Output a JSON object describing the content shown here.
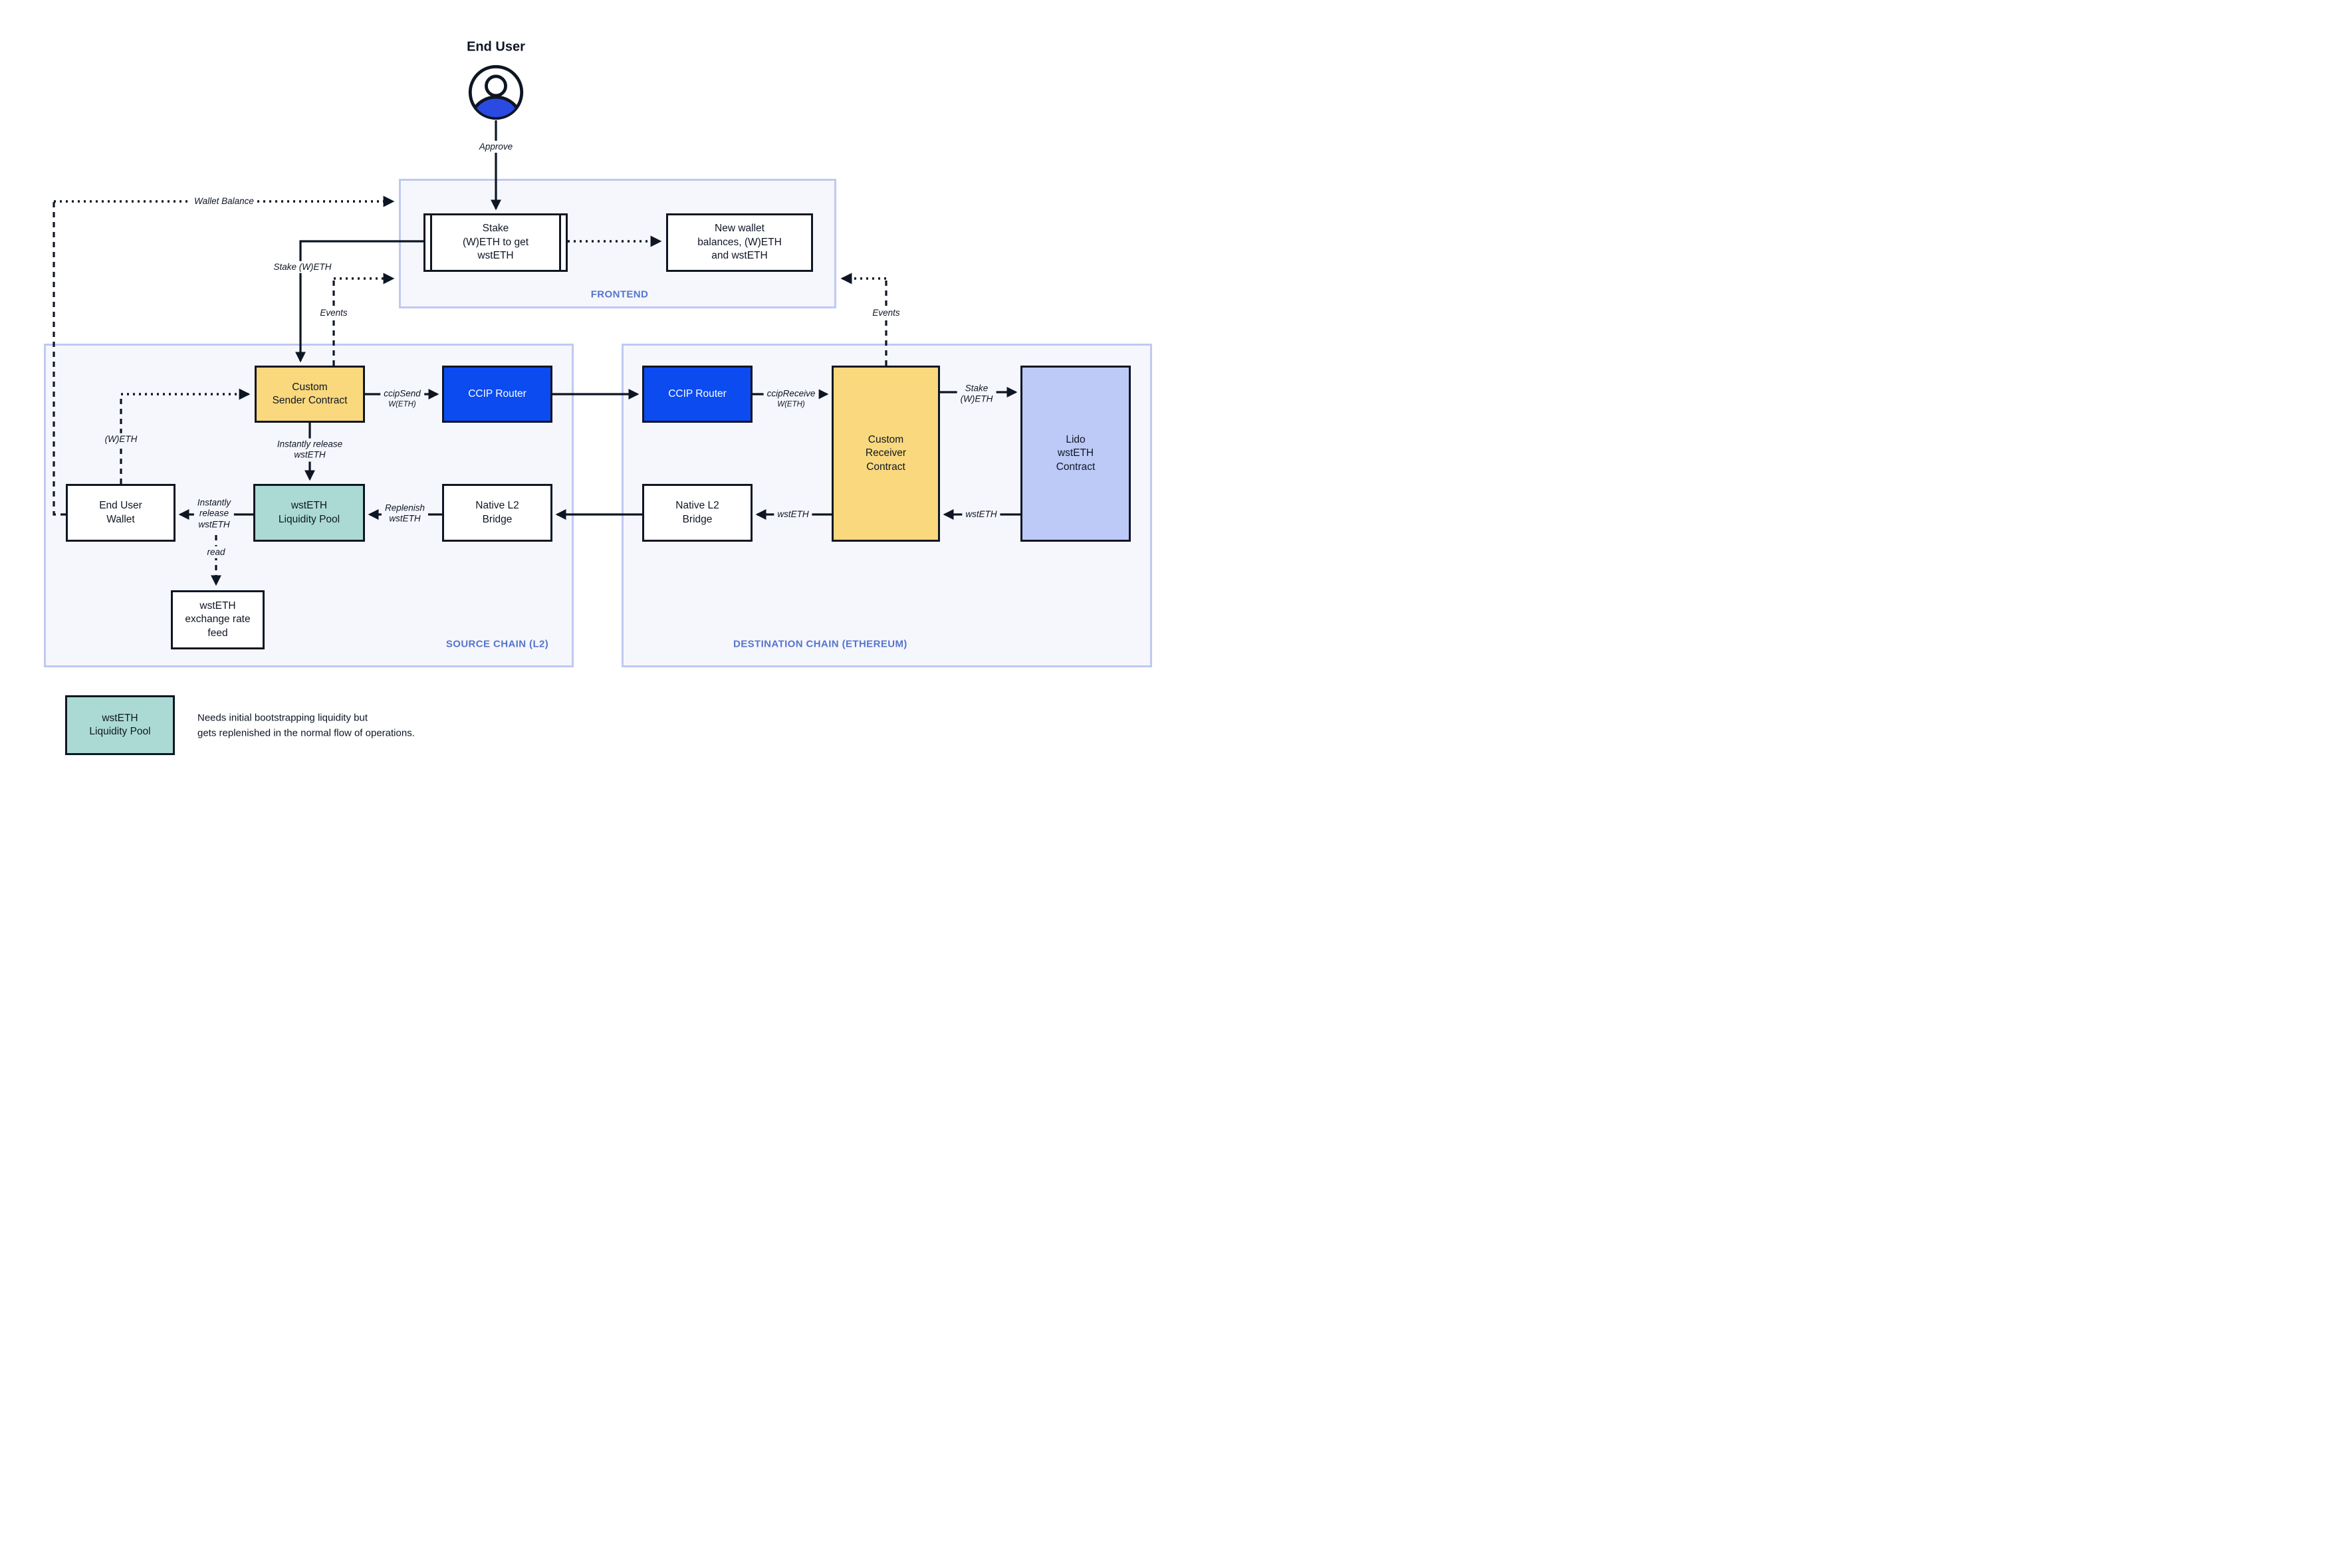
{
  "actor": {
    "title": "End User"
  },
  "containers": {
    "frontend": "FRONTEND",
    "source": "SOURCE CHAIN (L2)",
    "destination": "DESTINATION CHAIN (ETHEREUM)"
  },
  "nodes": {
    "stake": "Stake\n(W)ETH to get\nwstETH",
    "new_wallet": "New wallet\nbalances, (W)ETH\nand wstETH",
    "custom_sender": "Custom\nSender Contract",
    "ccip_router_source": "CCIP Router",
    "ccip_router_dest": "CCIP Router",
    "custom_receiver": "Custom\nReceiver\nContract",
    "lido": "Lido\nwstETH\nContract",
    "end_user_wallet": "End User\nWallet",
    "liquidity_pool": "wstETH\nLiquidity Pool",
    "bridge_source": "Native L2\nBridge",
    "bridge_dest": "Native L2\nBridge",
    "rate_feed": "wstETH\nexchange rate\nfeed"
  },
  "edge_labels": {
    "approve": "Approve",
    "wallet_balance": "Wallet Balance",
    "stake_weth": "Stake (W)ETH",
    "events_left": "Events",
    "events_right": "Events",
    "ccip_send": "ccipSend",
    "ccip_send_arg": "W(ETH)",
    "ccip_receive": "ccipReceive",
    "ccip_receive_arg": "W(ETH)",
    "stake_weth_dest": "Stake\n(W)ETH",
    "wsteth_lido": "wstETH",
    "wsteth_bridge": "wstETH",
    "replenish": "Replenish\nwstETH",
    "instantly_release_sender": "Instantly release\nwstETH",
    "instantly_release_wallet": "Instantly\nrelease\nwstETH",
    "weth": "(W)ETH",
    "read": "read"
  },
  "legend": {
    "box": "wstETH\nLiquidity Pool",
    "note": "Needs initial bootstrapping liquidity but\ngets replenished in the normal flow of operations."
  },
  "colors": {
    "ink": "#0E1624",
    "contract_yellow": "#FAD87D",
    "ccip_blue": "#0B4BF0",
    "pool_teal": "#ABDAD4",
    "lido_periwinkle": "#BDC9F6",
    "container_border": "#BFC9F2",
    "container_background": "#F6F7FD",
    "container_label_blue": "#5574CC",
    "actor_body_blue": "#2B4AE2"
  }
}
